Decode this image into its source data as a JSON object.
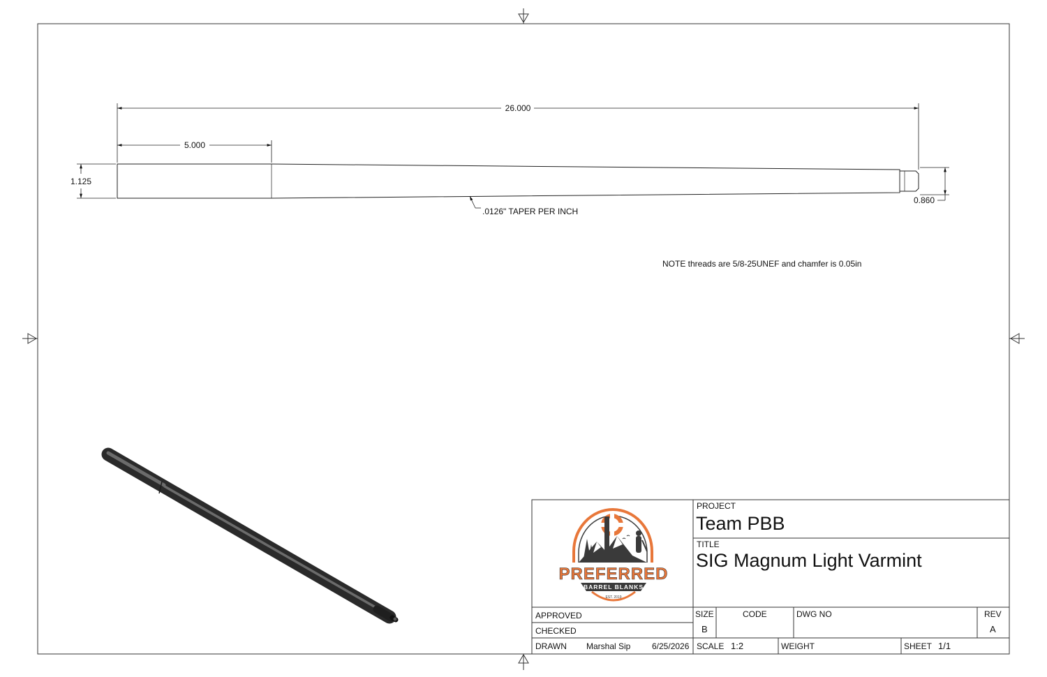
{
  "dimensions": {
    "overall_length": "26.000",
    "step_length": "5.000",
    "breech_diameter": "1.125",
    "muzzle_diameter": "0.860"
  },
  "annotations": {
    "taper": ".0126\" TAPER PER INCH",
    "note": "NOTE threads are 5/8-25UNEF and chamfer is 0.05in"
  },
  "logo": {
    "name": "PREFERRED",
    "subtitle": "BARREL BLANKS",
    "est": "EST. 2019",
    "colors": {
      "orange": "#e8773a",
      "dark": "#3a3a3a"
    }
  },
  "title_block": {
    "project_label": "PROJECT",
    "project": "Team PBB",
    "title_label": "TITLE",
    "title": "SIG Magnum Light Varmint",
    "size_label": "SIZE",
    "size": "B",
    "code_label": "CODE",
    "dwg_no_label": "DWG NO",
    "rev_label": "REV",
    "rev": "A",
    "approved_label": "APPROVED",
    "checked_label": "CHECKED",
    "drawn_label": "DRAWN",
    "drawn_by": "Marshal Sip",
    "drawn_date": "6/25/2026",
    "scale_label": "SCALE",
    "scale": "1:2",
    "weight_label": "WEIGHT",
    "sheet_label": "SHEET",
    "sheet": "1/1"
  }
}
